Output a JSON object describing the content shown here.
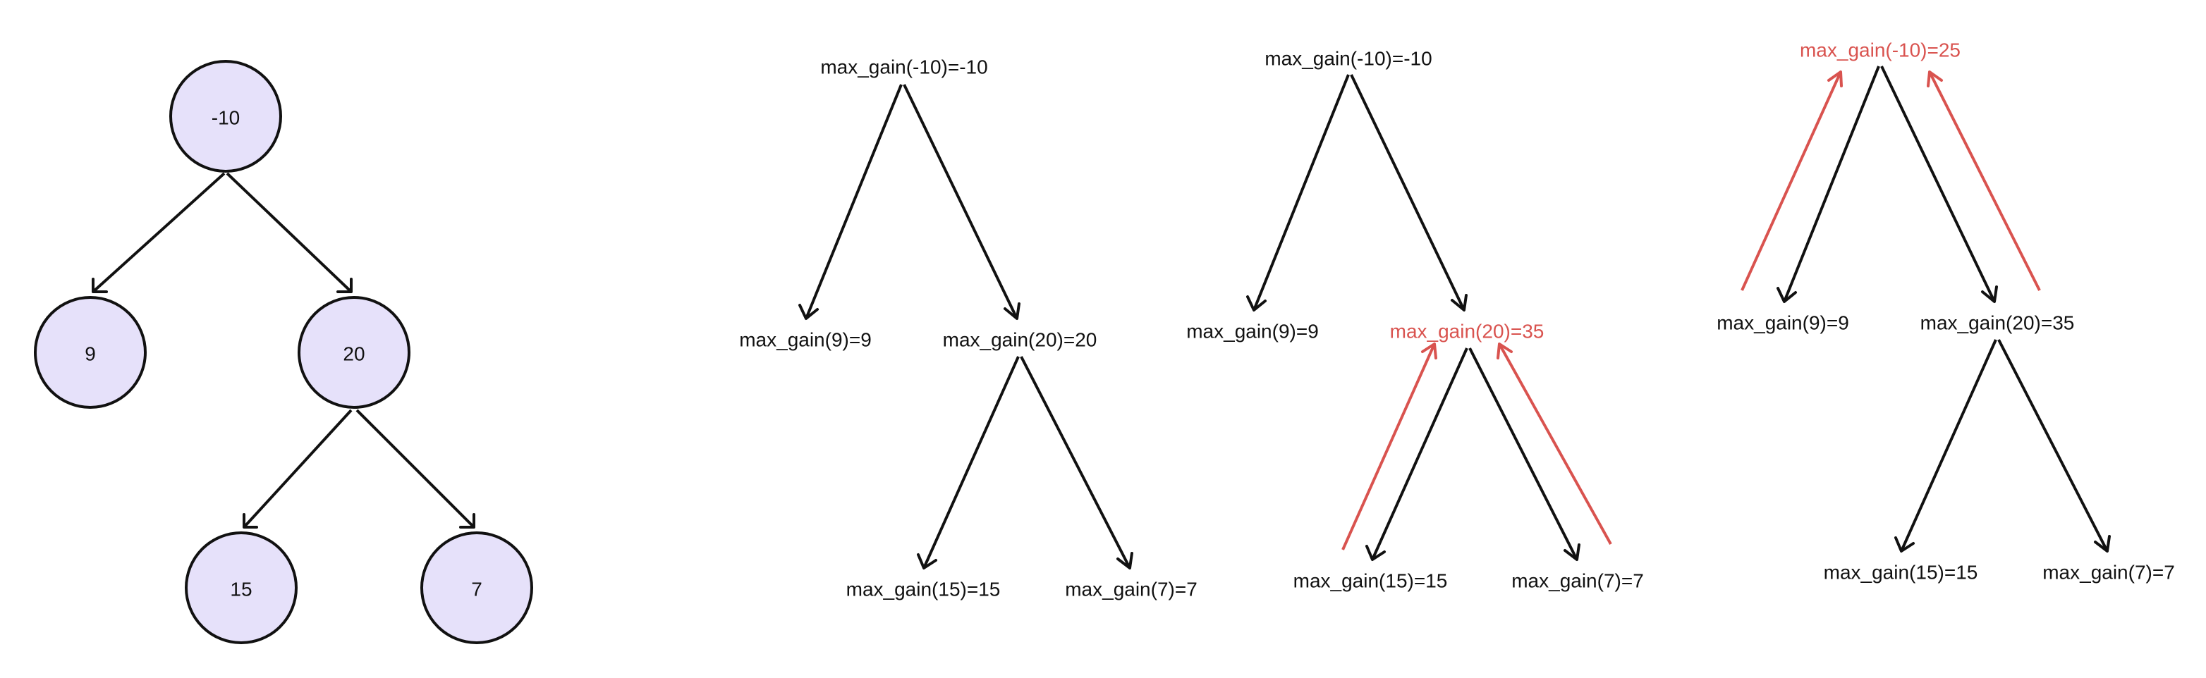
{
  "colors": {
    "node_fill": "#e6e1fa",
    "stroke": "#111111",
    "highlight": "#d9534f"
  },
  "tree": {
    "root": "-10",
    "left": "9",
    "right": "20",
    "right_left": "15",
    "right_right": "7"
  },
  "panel_a": {
    "root": "max_gain(-10)=-10",
    "left": "max_gain(9)=9",
    "right": "max_gain(20)=20",
    "right_left": "max_gain(15)=15",
    "right_right": "max_gain(7)=7"
  },
  "panel_b": {
    "root": "max_gain(-10)=-10",
    "left": "max_gain(9)=9",
    "right": "max_gain(20)=35",
    "right_left": "max_gain(15)=15",
    "right_right": "max_gain(7)=7"
  },
  "panel_c": {
    "root": "max_gain(-10)=25",
    "left": "max_gain(9)=9",
    "right": "max_gain(20)=35",
    "right_left": "max_gain(15)=15",
    "right_right": "max_gain(7)=7"
  }
}
